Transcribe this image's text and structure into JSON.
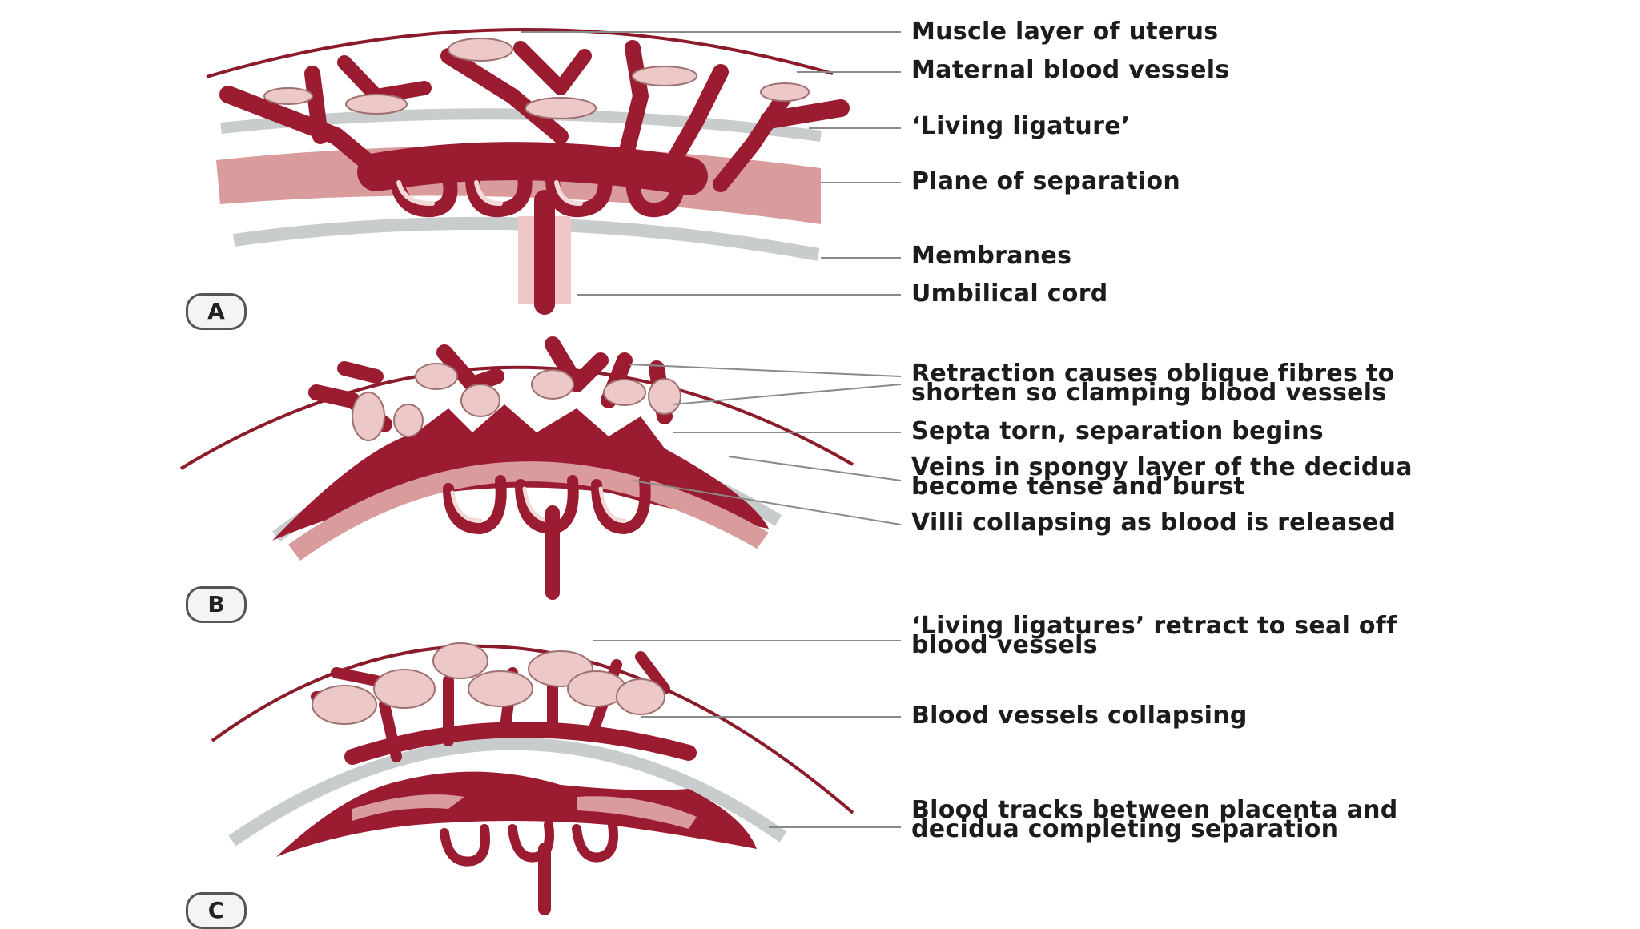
{
  "panels": {
    "a": {
      "letter": "A",
      "labels": [
        "Muscle layer of uterus",
        "Maternal blood vessels",
        "‘Living ligature’",
        "Plane of separation",
        "Membranes",
        "Umbilical cord"
      ]
    },
    "b": {
      "letter": "B",
      "labels": [
        "Retraction causes oblique fibres to\nshorten so clamping blood vessels",
        "Septa torn, separation begins",
        "Veins in spongy layer of the decidua\nbecome tense and burst",
        "Villi collapsing as blood is released"
      ]
    },
    "c": {
      "letter": "C",
      "labels": [
        "‘Living ligatures’ retract to seal off\nblood vessels",
        "Blood vessels collapsing",
        "Blood tracks between placenta and\ndecidua completing separation"
      ]
    }
  },
  "colors": {
    "vessel": "#9b1b30",
    "ligature": "#ecc8c8",
    "membrane": "#c8cccc",
    "placenta": "#d99b9b"
  }
}
